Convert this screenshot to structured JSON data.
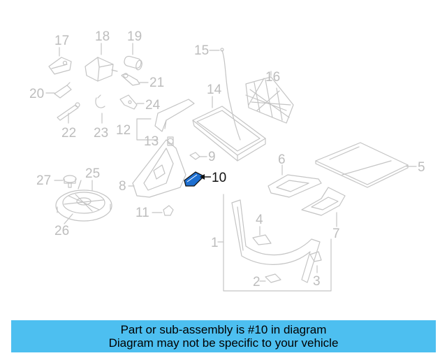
{
  "colors": {
    "part_line": "#c4c4c4",
    "label_gray": "#bdbdbd",
    "highlight_fill": "#1e6fd0",
    "highlight_line": "#111111",
    "banner_bg": "#4dbff0"
  },
  "highlighted_part": "10",
  "labels": {
    "p1": "1",
    "p2": "2",
    "p3": "3",
    "p4": "4",
    "p5": "5",
    "p6": "6",
    "p7": "7",
    "p8": "8",
    "p9": "9",
    "p10": "10",
    "p11": "11",
    "p12": "12",
    "p13": "13",
    "p14": "14",
    "p15": "15",
    "p16": "16",
    "p17": "17",
    "p18": "18",
    "p19": "19",
    "p20": "20",
    "p21": "21",
    "p22": "22",
    "p23": "23",
    "p24": "24",
    "p25": "25",
    "p26": "26",
    "p27": "27"
  },
  "banner": {
    "line1": "Part or sub-assembly is #10 in diagram",
    "line2": "Diagram may not be specific to your vehicle"
  }
}
